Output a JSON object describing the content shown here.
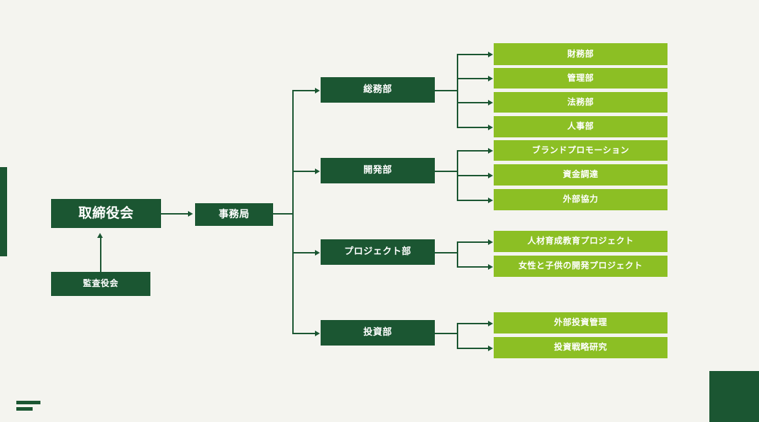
{
  "slide": {
    "background_color": "#F4F4EF",
    "dark_green": "#1B5632",
    "light_green": "#8CBF24",
    "title": ""
  },
  "decorations": {
    "left_bar": "left-accent-bar",
    "corner_square": "bottom-right-square",
    "equals_mark": "bottom-left-equals-mark"
  },
  "org_chart": {
    "type": "diagram",
    "root": {
      "label": "取締役会",
      "level": "board",
      "color": "#1B5632"
    },
    "auditor": {
      "label": "監査役会",
      "level": "audit",
      "color": "#1B5632"
    },
    "secretariat": {
      "label": "事務局",
      "level": "secretariat",
      "color": "#1B5632"
    },
    "departments": [
      {
        "label": "総務部",
        "color": "#1B5632",
        "children": [
          {
            "label": "財務部",
            "color": "#8CBF24"
          },
          {
            "label": "管理部",
            "color": "#8CBF24"
          },
          {
            "label": "法務部",
            "color": "#8CBF24"
          },
          {
            "label": "人事部",
            "color": "#8CBF24"
          }
        ]
      },
      {
        "label": "開発部",
        "color": "#1B5632",
        "children": [
          {
            "label": "ブランドプロモーション",
            "color": "#8CBF24"
          },
          {
            "label": "資金調達",
            "color": "#8CBF24"
          },
          {
            "label": "外部協力",
            "color": "#8CBF24"
          }
        ]
      },
      {
        "label": "プロジェクト部",
        "color": "#1B5632",
        "children": [
          {
            "label": "人材育成教育プロジェクト",
            "color": "#8CBF24"
          },
          {
            "label": "女性と子供の開発プロジェクト",
            "color": "#8CBF24"
          }
        ]
      },
      {
        "label": "投資部",
        "color": "#1B5632",
        "children": [
          {
            "label": "外部投資管理",
            "color": "#8CBF24"
          },
          {
            "label": "投資戦略研究",
            "color": "#8CBF24"
          }
        ]
      }
    ]
  }
}
